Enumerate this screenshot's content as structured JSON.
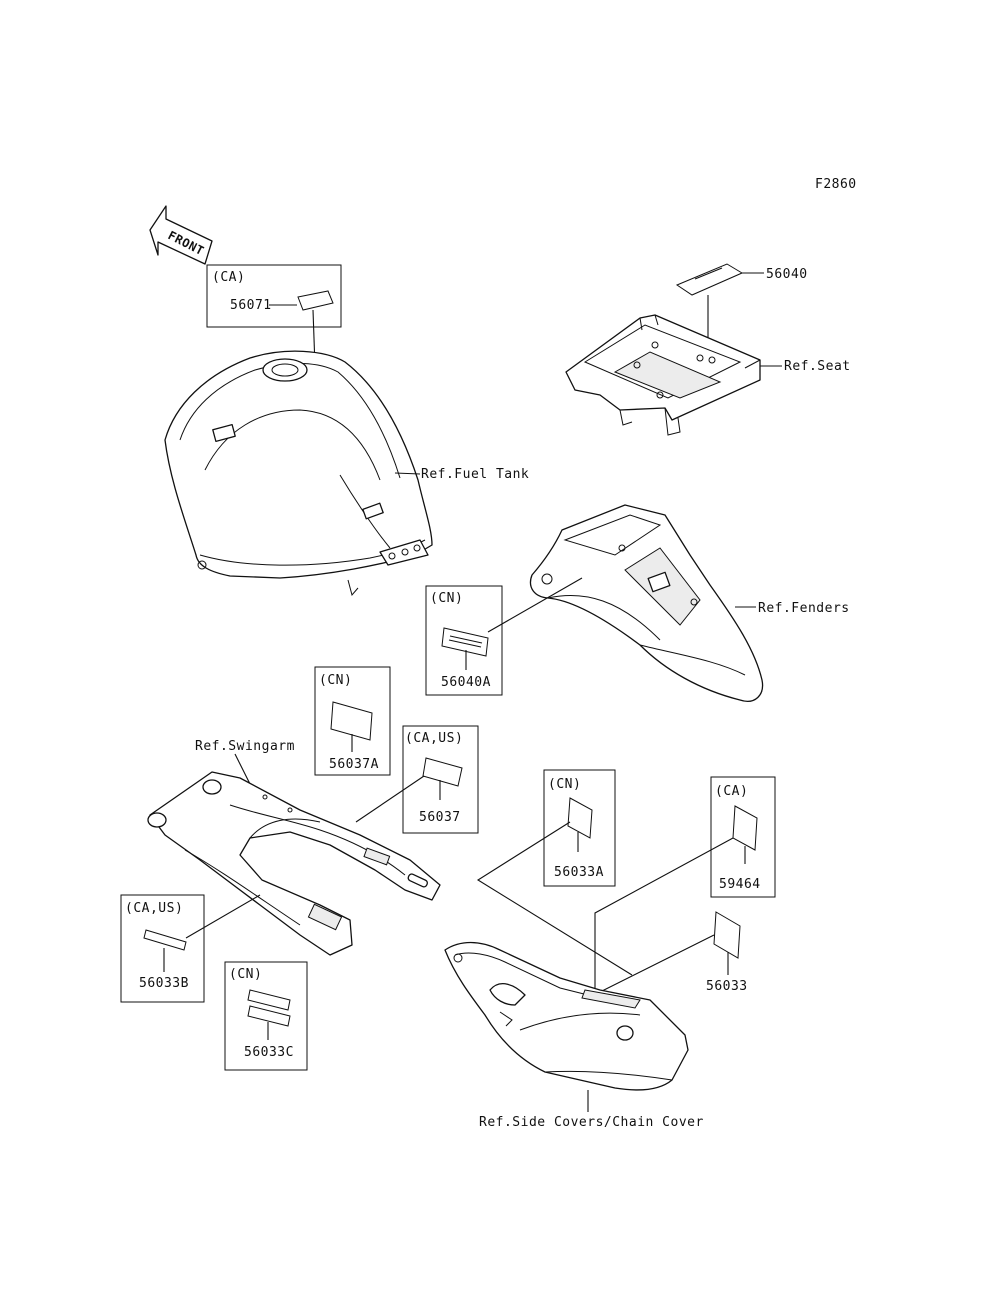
{
  "figure_code": "F2860",
  "front_arrow": "FRONT",
  "refs": {
    "fuel_tank": "Ref.Fuel Tank",
    "seat": "Ref.Seat",
    "fenders": "Ref.Fenders",
    "swingarm": "Ref.Swingarm",
    "side_covers": "Ref.Side Covers/Chain Cover"
  },
  "labels": [
    {
      "part": "56071",
      "region": "(CA)"
    },
    {
      "part": "56040",
      "region": ""
    },
    {
      "part": "56040A",
      "region": "(CN)"
    },
    {
      "part": "56037A",
      "region": "(CN)"
    },
    {
      "part": "56037",
      "region": "(CA,US)"
    },
    {
      "part": "56033A",
      "region": "(CN)"
    },
    {
      "part": "59464",
      "region": "(CA)"
    },
    {
      "part": "56033",
      "region": ""
    },
    {
      "part": "56033B",
      "region": "(CA,US)"
    },
    {
      "part": "56033C",
      "region": "(CN)"
    }
  ]
}
